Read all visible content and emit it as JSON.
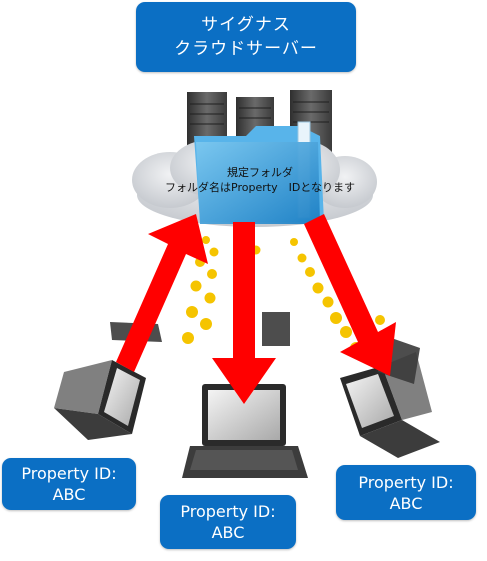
{
  "diagram": {
    "title": {
      "line1": "サイグナス",
      "line2": "クラウドサーバー"
    },
    "folder": {
      "line1": "規定フォルダ",
      "line2": "フォルダ名はProperty　IDとなります"
    },
    "clients": [
      {
        "line1": "Property ID:",
        "line2": "ABC"
      },
      {
        "line1": "Property ID:",
        "line2": "ABC"
      },
      {
        "line1": "Property ID:",
        "line2": "ABC"
      }
    ]
  },
  "colors": {
    "label_box": "#0b6fc4",
    "label_text": "#ffffff",
    "arrow": "#ff0000",
    "dots": "#f5c400",
    "cloud": "#c9cdd3",
    "folder": "#3aa3e0",
    "server": "#4a4a4a"
  }
}
